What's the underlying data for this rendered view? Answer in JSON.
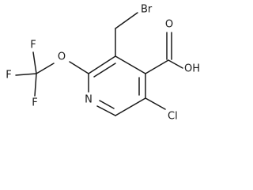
{
  "molecule": {
    "atom_labels": {
      "bromine": "Br",
      "hydroxyl": "OH",
      "carbonyl_oxygen": "O",
      "ether_oxygen": "O",
      "fluorine_top": "F",
      "fluorine_left": "F",
      "fluorine_bottom": "F",
      "ring_nitrogen": "N",
      "chlorine": "Cl"
    }
  }
}
